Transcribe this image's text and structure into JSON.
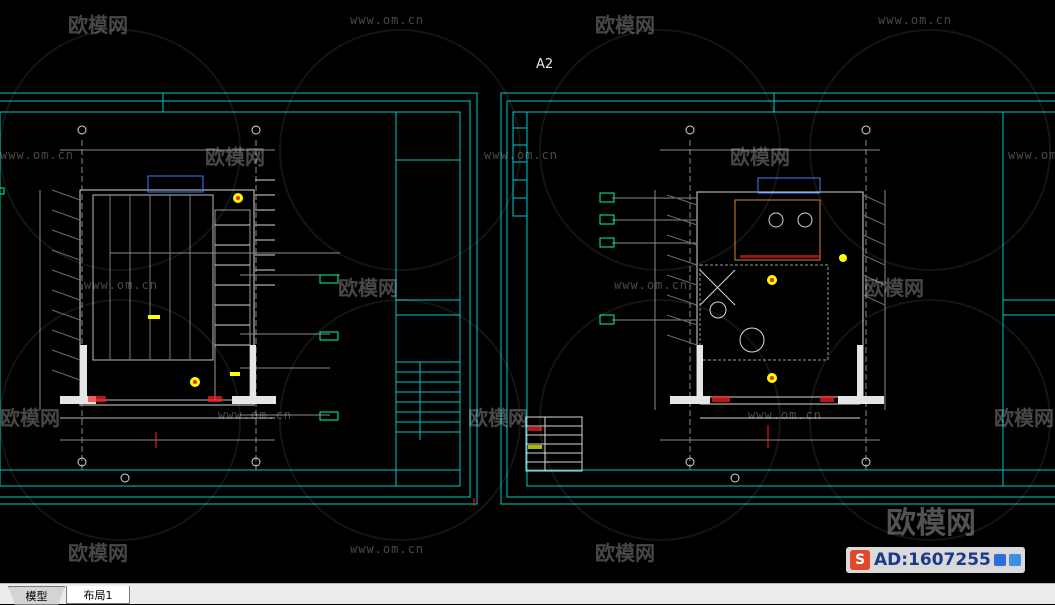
{
  "viewport": {
    "sheet_label": "A2"
  },
  "tabs": [
    {
      "label": "模型"
    },
    {
      "label": "布局1"
    }
  ],
  "watermark": {
    "brand": "欧模网",
    "url": "www.om.cn",
    "badge_prefix": "S",
    "badge_id": "AD:1607255"
  },
  "colors": {
    "background": "#000000",
    "frame": "#00c8c8",
    "linework": "#d8d8d8",
    "accent_red": "#ff2020",
    "accent_yellow": "#ffff00",
    "accent_green": "#00ff00"
  }
}
